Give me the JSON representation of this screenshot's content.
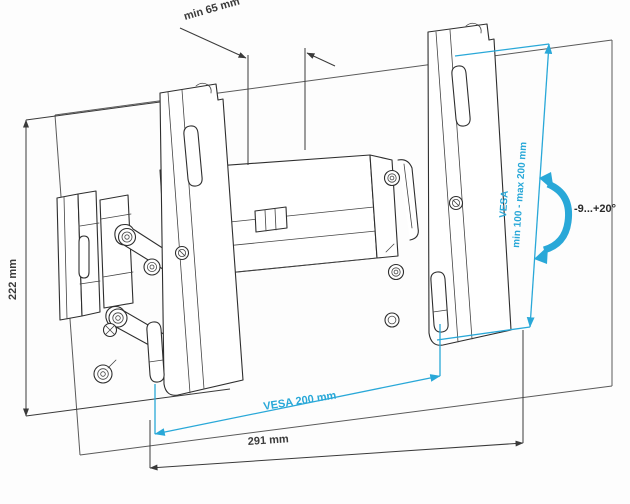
{
  "drawing": {
    "title": "TV wall mount bracket — tilting, dimensioned technical drawing",
    "background_color": "#fdfdfd",
    "line_color": "#2e2e2e",
    "accent_color": "#29a8d8"
  },
  "dimensions": {
    "depth": {
      "label": "min 65 mm",
      "name": "min-depth-dimension",
      "color": "#3a3a3a"
    },
    "height": {
      "label": "222 mm",
      "name": "overall-height-dimension",
      "color": "#3a3a3a"
    },
    "width": {
      "label": "291 mm",
      "name": "overall-width-dimension",
      "color": "#3a3a3a"
    },
    "vesa_horizontal": {
      "label": "VESA 200 mm",
      "name": "vesa-horizontal-dimension",
      "color": "#29a8d8"
    },
    "vesa_vertical": {
      "label_top": "VESA",
      "label_bottom": "min 100 - max 200 mm",
      "name": "vesa-vertical-dimension",
      "color": "#29a8d8"
    },
    "tilt": {
      "label": "-9...+20°",
      "name": "tilt-angle-annotation",
      "color": "#2a2a2a"
    }
  },
  "parts": {
    "wall_plate": "wall-plate",
    "left_rail": "left-vesa-rail",
    "right_rail": "right-vesa-rail",
    "extension_arm": "extension-arm",
    "pivot_assembly": "pivot-assembly",
    "spirit_level": "spirit-level-indicator"
  }
}
